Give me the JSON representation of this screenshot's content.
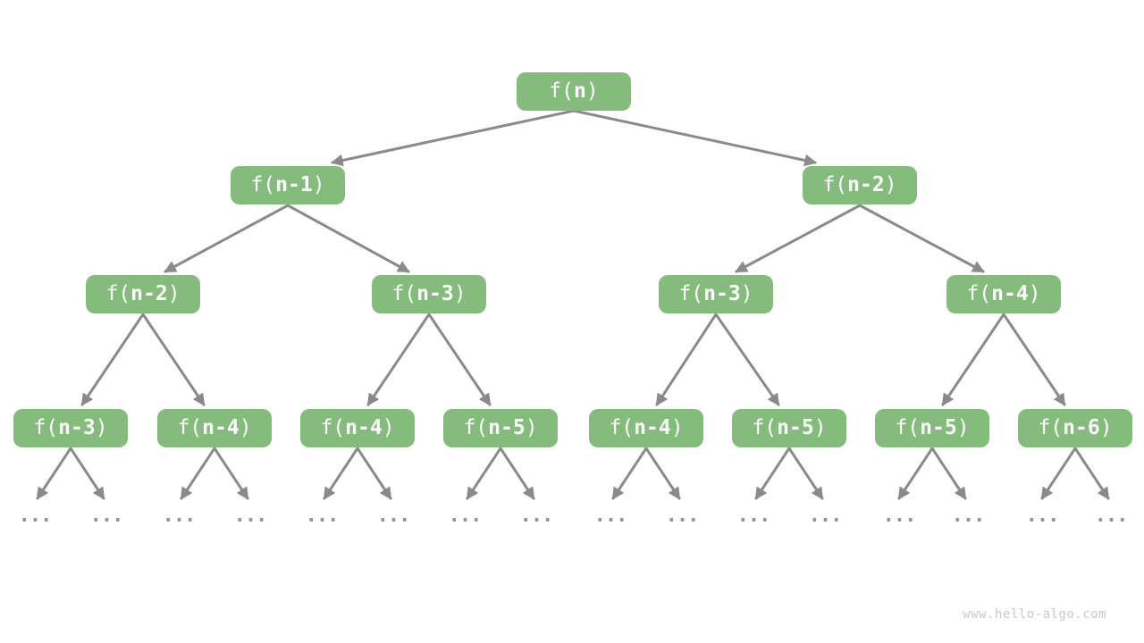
{
  "colors": {
    "node_fill": "#85bb7d",
    "node_text": "#ffffff",
    "arrow": "#8a8a8a",
    "dots": "#949494",
    "watermark": "#c9c9c9",
    "page_bg": "#ffffff"
  },
  "tree": {
    "levels": [
      {
        "nodes": [
          {
            "pre": "f(",
            "arg": "n",
            "post": ")"
          }
        ]
      },
      {
        "nodes": [
          {
            "pre": "f(",
            "arg": "n-1",
            "post": ")"
          },
          {
            "pre": "f(",
            "arg": "n-2",
            "post": ")"
          }
        ]
      },
      {
        "nodes": [
          {
            "pre": "f(",
            "arg": "n-2",
            "post": ")"
          },
          {
            "pre": "f(",
            "arg": "n-3",
            "post": ")"
          },
          {
            "pre": "f(",
            "arg": "n-3",
            "post": ")"
          },
          {
            "pre": "f(",
            "arg": "n-4",
            "post": ")"
          }
        ]
      },
      {
        "nodes": [
          {
            "pre": "f(",
            "arg": "n-3",
            "post": ")"
          },
          {
            "pre": "f(",
            "arg": "n-4",
            "post": ")"
          },
          {
            "pre": "f(",
            "arg": "n-4",
            "post": ")"
          },
          {
            "pre": "f(",
            "arg": "n-5",
            "post": ")"
          },
          {
            "pre": "f(",
            "arg": "n-4",
            "post": ")"
          },
          {
            "pre": "f(",
            "arg": "n-5",
            "post": ")"
          },
          {
            "pre": "f(",
            "arg": "n-5",
            "post": ")"
          },
          {
            "pre": "f(",
            "arg": "n-6",
            "post": ")"
          }
        ]
      }
    ],
    "ellipsis_label": "..."
  },
  "footer": {
    "watermark": "www.hello-algo.com"
  }
}
